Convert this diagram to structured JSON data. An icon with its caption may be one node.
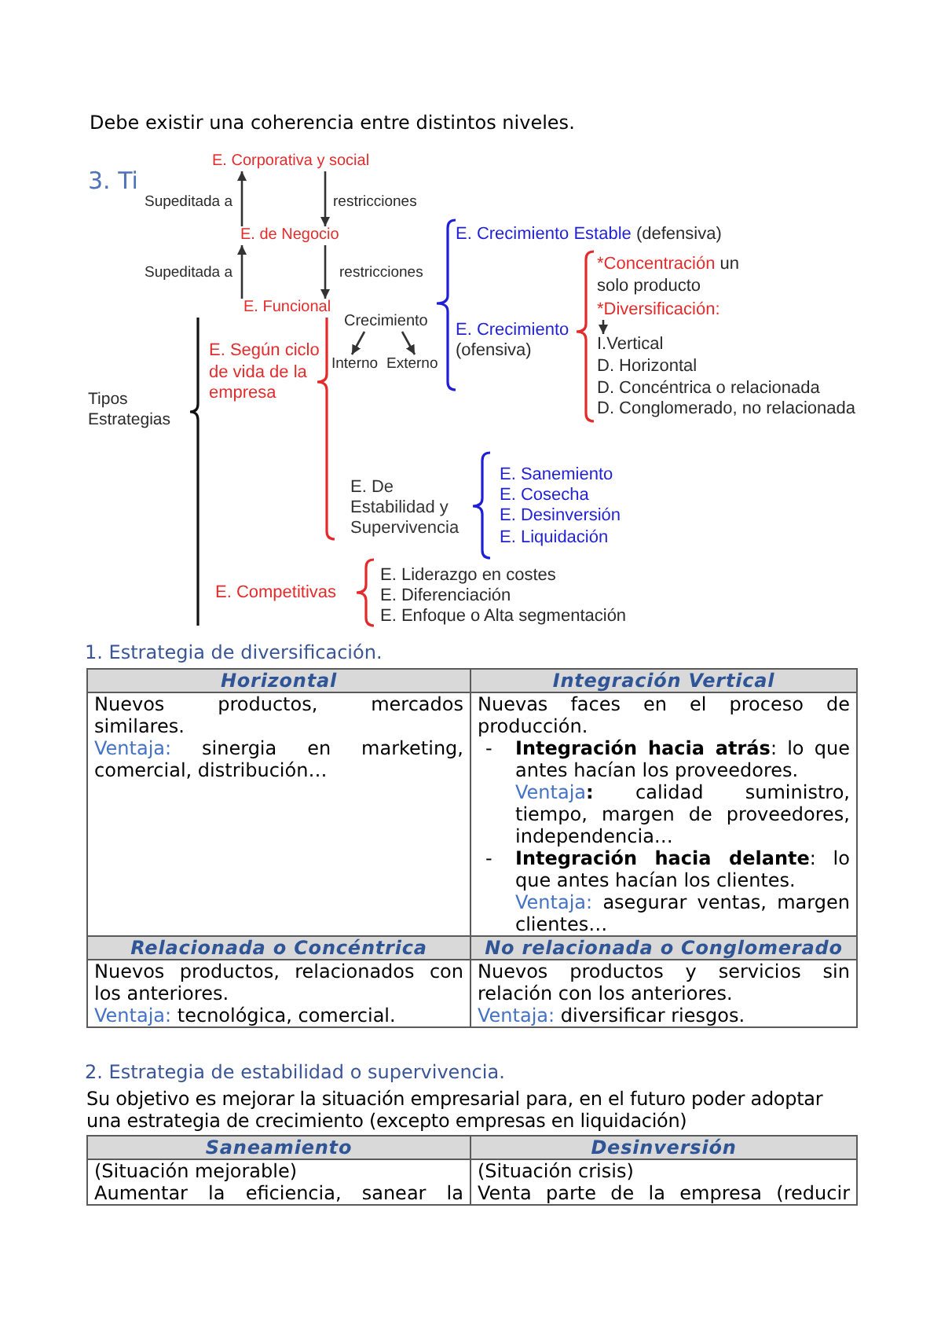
{
  "diagram": {
    "nodes": [
      {
        "text": [
          "E. Corporativa y social"
        ]
      },
      {
        "text": [
          "E. de Negocio"
        ]
      },
      {
        "text": [
          "E. Funcional"
        ]
      },
      {
        "text": [
          "Crecimiento"
        ]
      },
      {
        "text": [
          "Interno"
        ]
      },
      {
        "text": [
          "Externo"
        ]
      },
      {
        "text": [
          "*Diversificación:"
        ]
      },
      {
        "text": [
          "I.Vertical"
        ]
      }
    ],
    "edges": [
      {
        "from": 1,
        "to": 0,
        "arrow": "to",
        "label": "Supeditada a"
      },
      {
        "from": 0,
        "to": 1,
        "arrow": "to",
        "label": "restricciones"
      },
      {
        "from": 2,
        "to": 1,
        "arrow": "to",
        "label": "Supeditada a"
      },
      {
        "from": 1,
        "to": 2,
        "arrow": "to",
        "label": "restricciones"
      },
      {
        "from": 3,
        "to": 4,
        "arrow": "to"
      },
      {
        "from": 3,
        "to": 5,
        "arrow": "to"
      },
      {
        "from": 6,
        "to": 7,
        "arrow": "to"
      }
    ],
    "labels": [
      "Debe existir una coherencia entre distintos niveles.",
      "3. Ti",
      "E. Crecimiento Estable (defensiva)",
      "*Concentración un solo producto",
      "E. Crecimiento (ofensiva)",
      "D. Horizontal",
      "D. Concéntrica o relacionada",
      "D. Conglomerado, no relacionada",
      "E. Según ciclo de vida de la empresa",
      "Tipos Estrategias",
      "E. De Estabilidad y Supervivencia",
      "E. Sanemiento",
      "E. Cosecha",
      "E. Desinversión",
      "E. Liquidación",
      "E. Competitivas",
      "E. Liderazgo en costes",
      "E. Diferenciación",
      "E. Enfoque o Alta segmentación",
      "1. Estrategia de diversificación.",
      "Horizontal",
      "Integración Vertical",
      "Nuevos productos, mercados similares.",
      "Ventaja: sinergia en marketing, comercial, distribución…",
      "Nuevas faces en el proceso de producción.",
      "-",
      "**Integración hacia atrás**: lo que antes hacían los proveedores.",
      "Ventaja: calidad suministro, tiempo, margen de proveedores, independencia…",
      "-",
      "**Integración hacia delante**: lo que antes hacían los clientes.",
      "Ventaja: asegurar ventas, margen clientes…",
      "Relacionada o Concéntrica",
      "No relacionada o Conglomerado",
      "Nuevos productos, relacionados con los anteriores.",
      "Ventaja: tecnológica, comercial.",
      "Nuevos productos y servicios sin relación con los anteriores.",
      "Ventaja: diversificar riesgos.",
      "2. Estrategia de estabilidad o supervivencia.",
      "Su objetivo es mejorar la situación empresarial para, en el futuro poder adoptar una estrategia de crecimiento (excepto empresas en liquidación)",
      "Saneamiento",
      "Desinversión",
      "(Situación mejorable)",
      "Aumentar la eficiencia, sanear la",
      "(Situación crisis)",
      "Venta parte de la empresa (reducir"
    ]
  }
}
